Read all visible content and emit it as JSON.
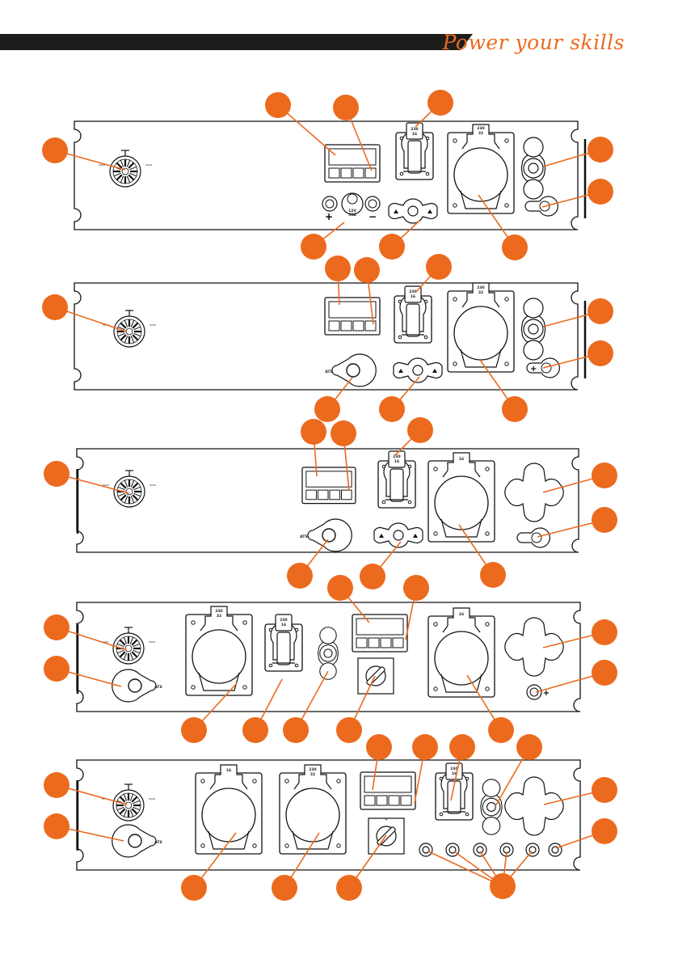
{
  "header": {
    "slogan": "Power your skills",
    "colors": {
      "brand_bar": "#1d1d1b",
      "accent": "#ec6a1e",
      "line": "#111111"
    }
  },
  "panels": [
    {
      "name": "panel-1",
      "socket_small_label": "230\n16",
      "socket_large_label": "230\n32",
      "rated_label": "12V\n50A",
      "callouts": 9
    },
    {
      "name": "panel-2",
      "socket_small_label": "230\n16",
      "socket_large_label": "230\n32",
      "ats_label": "ATS",
      "callouts": 8
    },
    {
      "name": "panel-3",
      "socket_small_label": "230\n16",
      "socket_large_label": "16",
      "ats_label": "ATS",
      "callouts": 8
    },
    {
      "name": "panel-4",
      "socket_large_left_label": "230\n32",
      "socket_small_label": "230\n16",
      "socket_large_right_label": "16",
      "ats_label": "ATS",
      "callouts": 10
    },
    {
      "name": "panel-5",
      "socket_large_left_label": "16",
      "socket_large_mid_label": "230\n32",
      "socket_small_label": "230\n16",
      "ats_label": "ATS",
      "callouts": 10
    }
  ]
}
